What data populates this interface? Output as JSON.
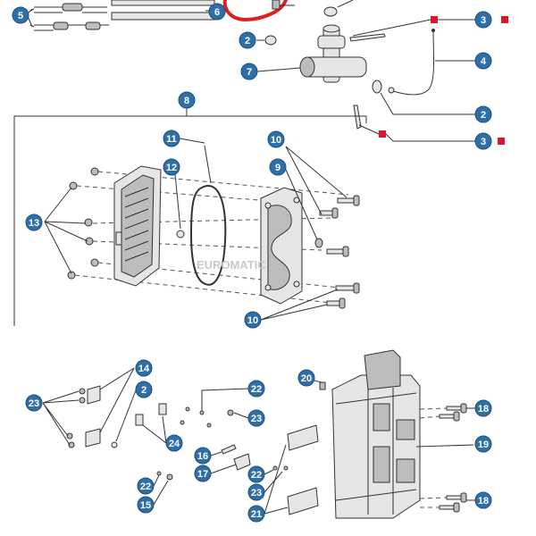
{
  "watermark": "EUROMATIC",
  "colors": {
    "callout_fill": "#2f6fa8",
    "callout_text": "#ffffff",
    "marker_red": "#d8192c",
    "annotation_red": "#e02020"
  },
  "callouts": {
    "c1": "5",
    "c2": "6",
    "c3": "2",
    "c4": "3",
    "c5": "7",
    "c6": "4",
    "c7": "2",
    "c8": "3",
    "c9": "8",
    "c10": "11",
    "c11": "10",
    "c12": "12",
    "c13": "9",
    "c14": "13",
    "c15": "10",
    "c16": "14",
    "c17": "20",
    "c18": "2",
    "c19": "22",
    "c20": "23",
    "c21": "23",
    "c22": "18",
    "c23": "24",
    "c24": "19",
    "c25": "16",
    "c26": "17",
    "c27": "22",
    "c28": "23",
    "c29": "22",
    "c30": "15",
    "c31": "21",
    "c32": "18"
  }
}
